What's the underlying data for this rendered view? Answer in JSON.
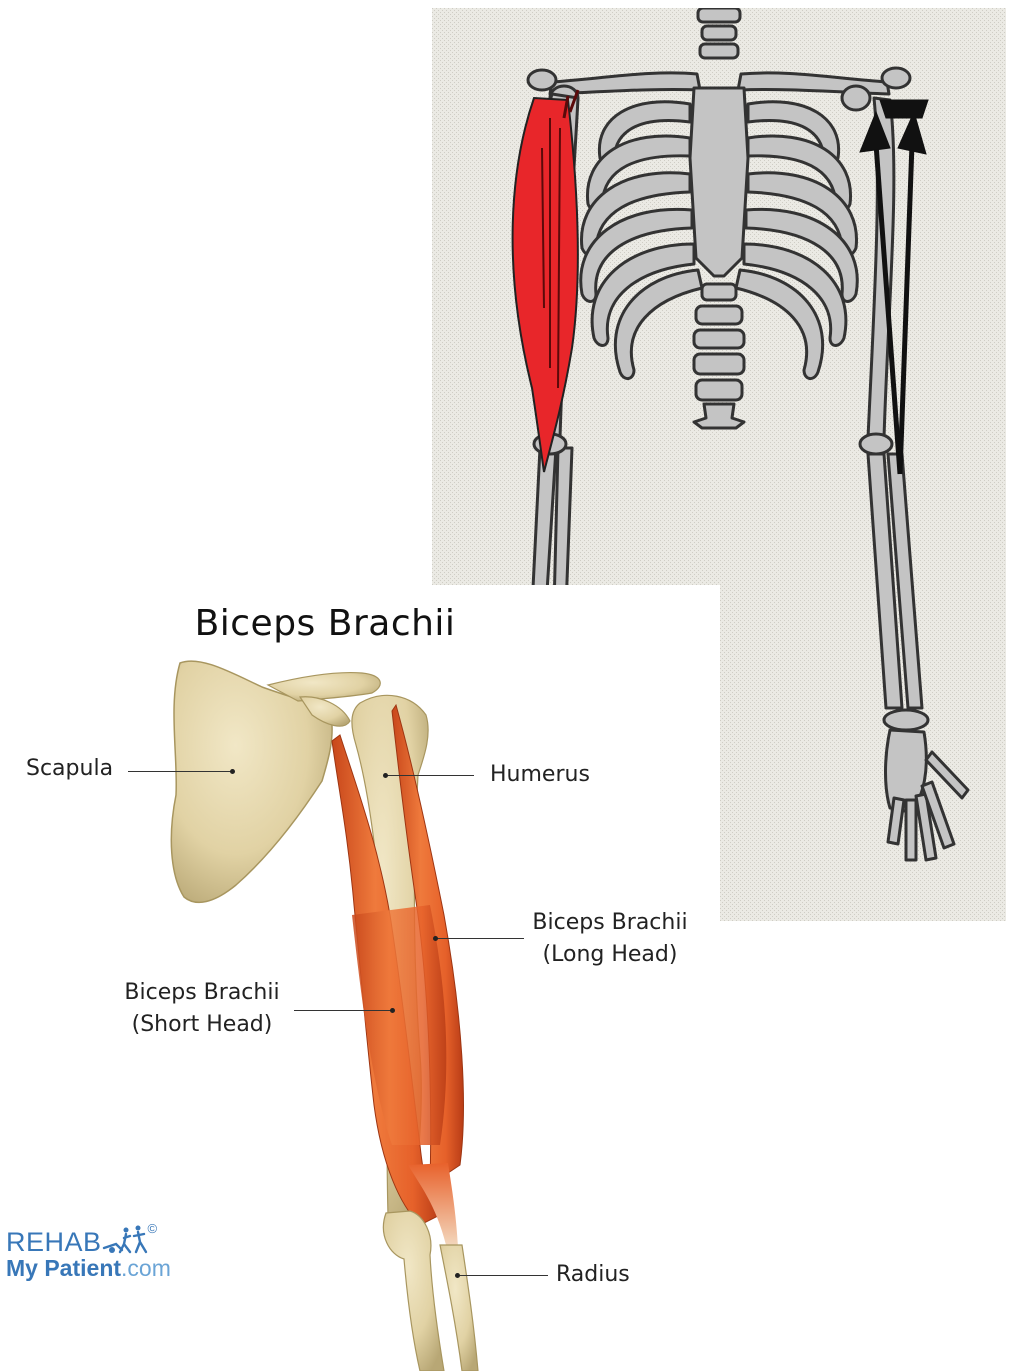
{
  "diagram": {
    "title": "Biceps Brachii",
    "labels": {
      "scapula": "Scapula",
      "humerus": "Humerus",
      "long_head_line1": "Biceps Brachii",
      "long_head_line2": "(Long Head)",
      "short_head_line1": "Biceps Brachii",
      "short_head_line2": "(Short Head)",
      "radius": "Radius"
    }
  },
  "logo": {
    "line1": "REHAB",
    "line2_bold": "My Patient",
    "line2_suffix": ".com",
    "mark": "©"
  },
  "colors": {
    "skeleton_bg": "#e9e8e2",
    "bone_gray": "#c4c4c4",
    "muscle_red": "#e8262a",
    "muscle_orange": "#e8662a",
    "bone_ivory": "#e6d9b0",
    "logo_blue": "#3877b8"
  },
  "icons": [
    "skeleton-illustration",
    "arrow-up-icon",
    "rehab-figures-icon"
  ]
}
